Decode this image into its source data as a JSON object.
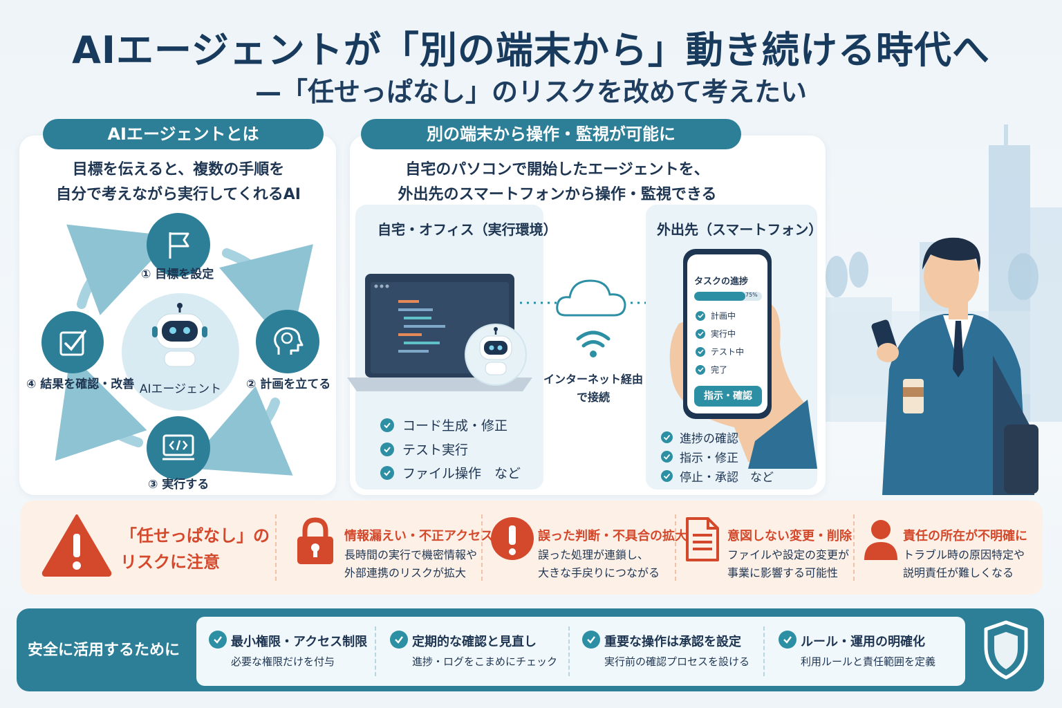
{
  "title": "AIエージェントが「別の端末から」動き続ける時代へ",
  "subtitle": "—「任せっぱなし」のリスクを改めて考えたい",
  "left_section": {
    "heading": "AIエージェントとは",
    "lead_line1": "目標を伝えると、複数の手順を",
    "lead_line2": "自分で考えながら実行してくれるAI",
    "center_label": "AIエージェント",
    "steps": [
      {
        "label": "① 目標を設定",
        "icon": "flag-icon"
      },
      {
        "label": "② 計画を立てる",
        "icon": "brain-head-icon"
      },
      {
        "label": "③ 実行する",
        "icon": "code-monitor-icon"
      },
      {
        "label": "④ 結果を確認・改善",
        "icon": "checkbox-icon"
      }
    ]
  },
  "right_section": {
    "heading": "別の端末から操作・監視が可能に",
    "lead_line1": "自宅のパソコンで開始したエージェントを、",
    "lead_line2": "外出先のスマートフォンから操作・監視できる",
    "home_panel": {
      "title": "自宅・オフィス（実行環境）",
      "items": [
        "コード生成・修正",
        "テスト実行",
        "ファイル操作　など"
      ]
    },
    "connection_line1": "インターネット経由",
    "connection_line2": "で接続",
    "mobile_panel": {
      "title": "外出先（スマートフォン）",
      "phone_title": "タスクの進捗",
      "progress_text": "75%",
      "progress": 0.75,
      "phone_items": [
        "計画中",
        "実行中",
        "テスト中",
        "完了"
      ],
      "phone_button": "指示・確認",
      "items": [
        "進捗の確認",
        "指示・修正",
        "停止・承認　など"
      ]
    }
  },
  "risk": {
    "headline_line1": "「任せっぱなし」の",
    "headline_line2": "リスクに注意",
    "items": [
      {
        "title": "情報漏えい・不正アクセス",
        "desc1": "長時間の実行で機密情報や",
        "desc2": "外部連携のリスクが拡大",
        "icon": "lock-icon"
      },
      {
        "title": "誤った判断・不具合の拡大",
        "desc1": "誤った処理が連鎖し、",
        "desc2": "大きな手戻りにつながる",
        "icon": "exclamation-icon"
      },
      {
        "title": "意図しない変更・削除",
        "desc1": "ファイルや設定の変更が",
        "desc2": "事業に影響する可能性",
        "icon": "document-icon"
      },
      {
        "title": "責任の所在が不明確に",
        "desc1": "トラブル時の原因特定や",
        "desc2": "説明責任が難しくなる",
        "icon": "person-icon"
      }
    ]
  },
  "safety": {
    "label": "安全に活用するために",
    "items": [
      {
        "title": "最小権限・アクセス制限",
        "desc": "必要な権限だけを付与"
      },
      {
        "title": "定期的な確認と見直し",
        "desc": "進捗・ログをこまめにチェック"
      },
      {
        "title": "重要な操作は承認を設定",
        "desc": "実行前の確認プロセスを設ける"
      },
      {
        "title": "ルール・運用の明確化",
        "desc": "利用ルールと責任範囲を定義"
      }
    ]
  },
  "colors": {
    "teal": "#2d7f97",
    "navy": "#183a5c",
    "risk_red": "#d4482b",
    "risk_bg": "#fdf0e7"
  }
}
